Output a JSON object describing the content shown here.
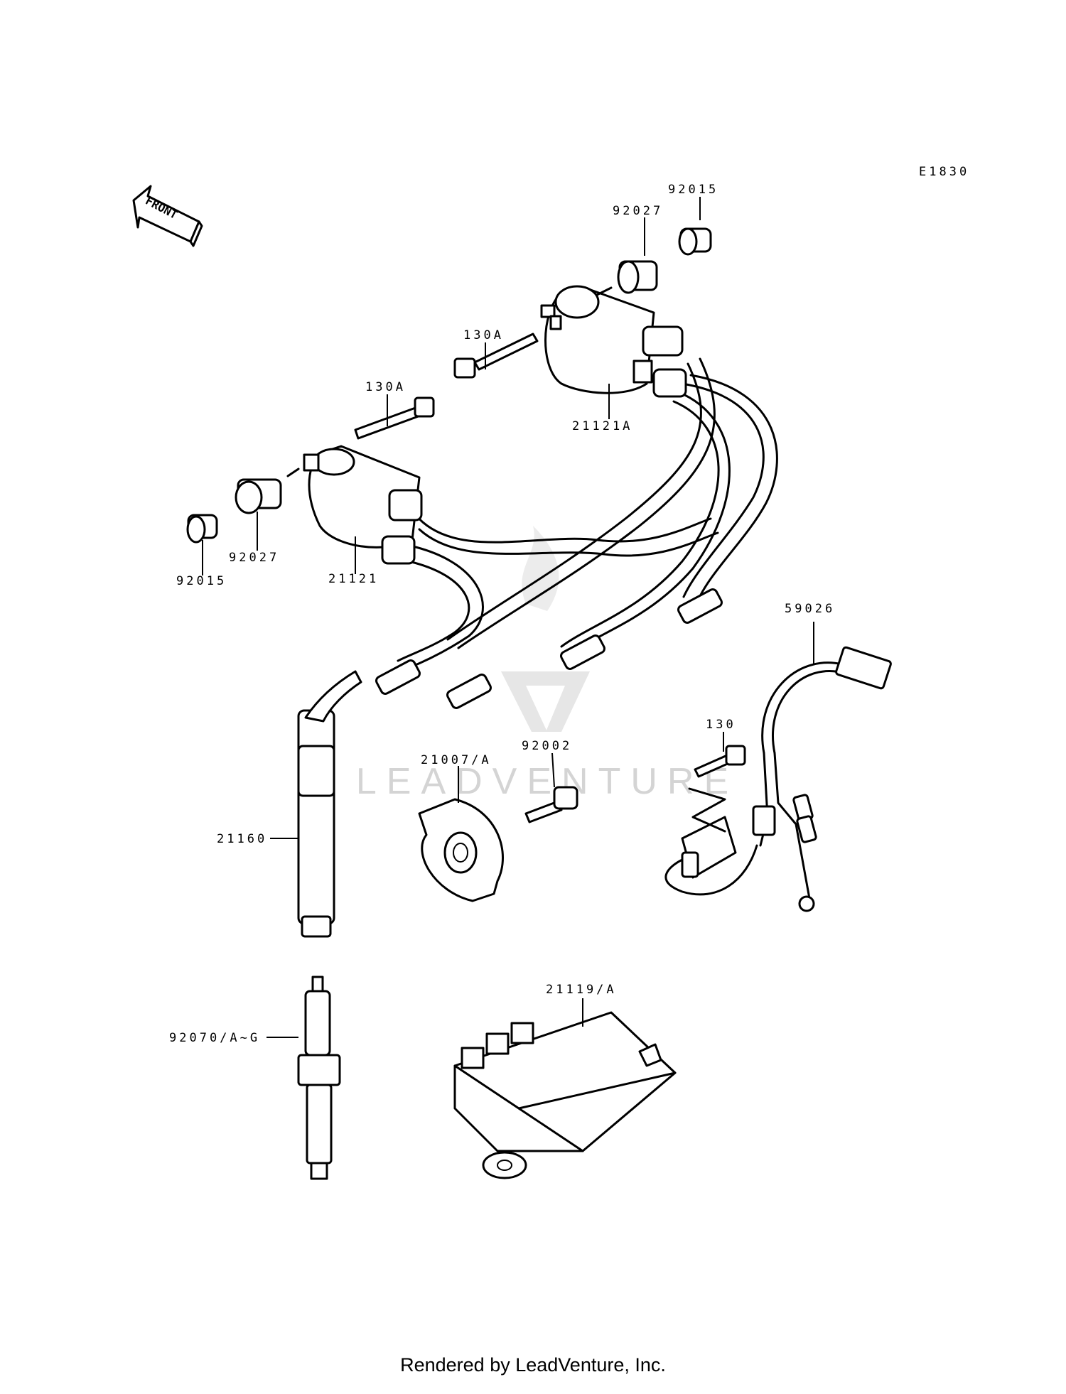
{
  "diagram": {
    "figure_code": "E1830",
    "direction_label": "FRONT",
    "watermark": "LEADVENTURE",
    "labels": [
      {
        "id": "lbl-92015-top",
        "text": "92015"
      },
      {
        "id": "lbl-92027-top",
        "text": "92027"
      },
      {
        "id": "lbl-130a-upper",
        "text": "130A"
      },
      {
        "id": "lbl-130a-lower",
        "text": "130A"
      },
      {
        "id": "lbl-21121a",
        "text": "21121A"
      },
      {
        "id": "lbl-92027-left",
        "text": "92027"
      },
      {
        "id": "lbl-92015-left",
        "text": "92015"
      },
      {
        "id": "lbl-21121",
        "text": "21121"
      },
      {
        "id": "lbl-59026",
        "text": "59026"
      },
      {
        "id": "lbl-130",
        "text": "130"
      },
      {
        "id": "lbl-92002",
        "text": "92002"
      },
      {
        "id": "lbl-21007a",
        "text": "21007/A"
      },
      {
        "id": "lbl-21160",
        "text": "21160"
      },
      {
        "id": "lbl-21119a",
        "text": "21119/A"
      },
      {
        "id": "lbl-92070",
        "text": "92070/A~G"
      }
    ]
  },
  "footer": {
    "credit": "Rendered by LeadVenture, Inc."
  }
}
